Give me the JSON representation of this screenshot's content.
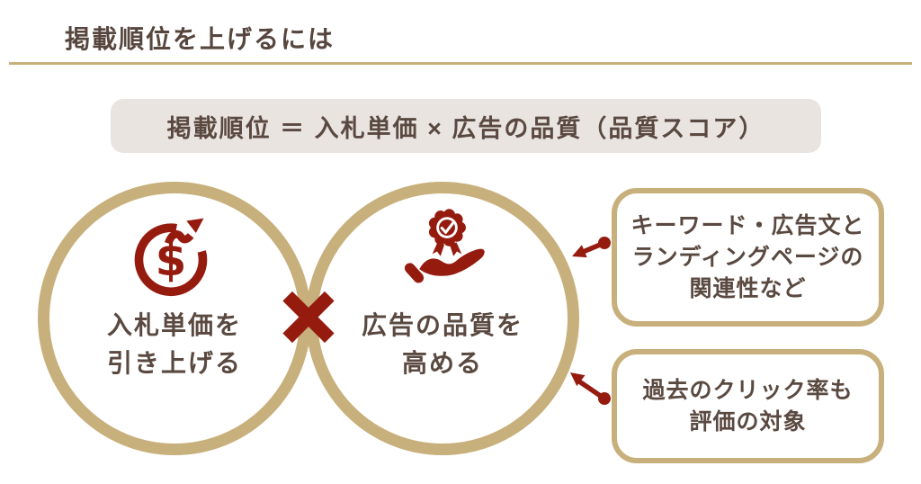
{
  "page": {
    "title": "掲載順位を上げるには"
  },
  "formula": {
    "text": "掲載順位 ＝ 入札単価 × 広告の品質（品質スコア）"
  },
  "multiply_symbol": "×",
  "circles": [
    {
      "id": "bid-price",
      "icon": "money-increase-icon",
      "label_line1": "入札単価を",
      "label_line2": "引き上げる"
    },
    {
      "id": "ad-quality",
      "icon": "quality-badge-hand-icon",
      "label_line1": "広告の品質を",
      "label_line2": "高める"
    }
  ],
  "callouts": [
    {
      "id": "keyword-relevance",
      "lines": [
        "キーワード・広告文と",
        "ランディングページの",
        "関連性など"
      ]
    },
    {
      "id": "click-rate",
      "lines": [
        "過去のクリック率も",
        "評価の対象"
      ]
    }
  ],
  "icons": {
    "left_circle": "money-increase-icon",
    "right_circle": "quality-badge-hand-icon",
    "between_circles": "multiply-icon",
    "connectors": "arrow-connector"
  },
  "colors": {
    "accent_red": "#951b0f",
    "accent_tan": "#c8b07c",
    "text_brown": "#5a4940",
    "formula_bg": "#eae4e1",
    "background": "#ffffff"
  }
}
